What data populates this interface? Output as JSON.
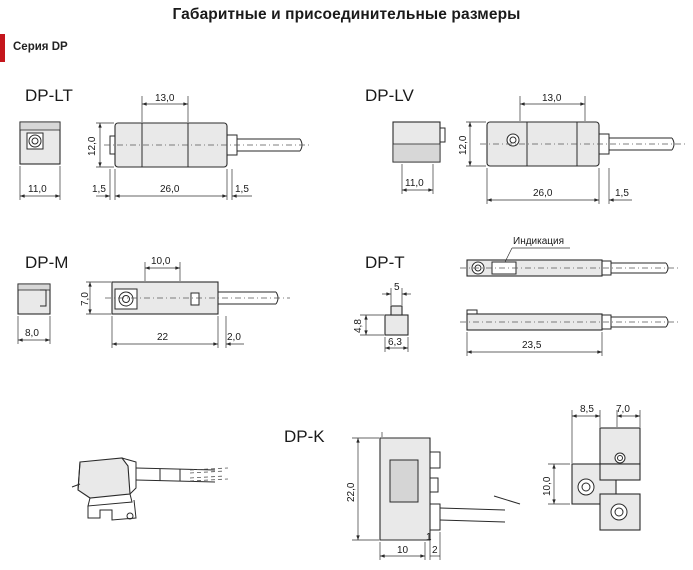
{
  "header": {
    "title": "Габаритные и присоединительные размеры",
    "series": "Серия DP"
  },
  "models": {
    "lt": "DP-LT",
    "lv": "DP-LV",
    "m": "DP-M",
    "t": "DP-T",
    "k": "DP-K"
  },
  "dimensions": {
    "lt": {
      "top": "13,0",
      "height": "12,0",
      "side_width": "11,0",
      "left": "1,5",
      "length": "26,0",
      "right": "1,5"
    },
    "lv": {
      "top": "13,0",
      "height": "12,0",
      "side_width": "11,0",
      "length": "26,0",
      "right": "1,5"
    },
    "m": {
      "top": "10,0",
      "height": "7,0",
      "side_width": "8,0",
      "length": "22",
      "right": "2,0"
    },
    "t": {
      "top": "5",
      "height": "4,8",
      "width": "6,3",
      "length": "23,5",
      "indication": "Индикация"
    },
    "k": {
      "height": "22,0",
      "length": "10",
      "small_a": "1",
      "small_b": "2",
      "top_a": "8,5",
      "top_b": "7,0",
      "side_height": "10,0"
    }
  }
}
